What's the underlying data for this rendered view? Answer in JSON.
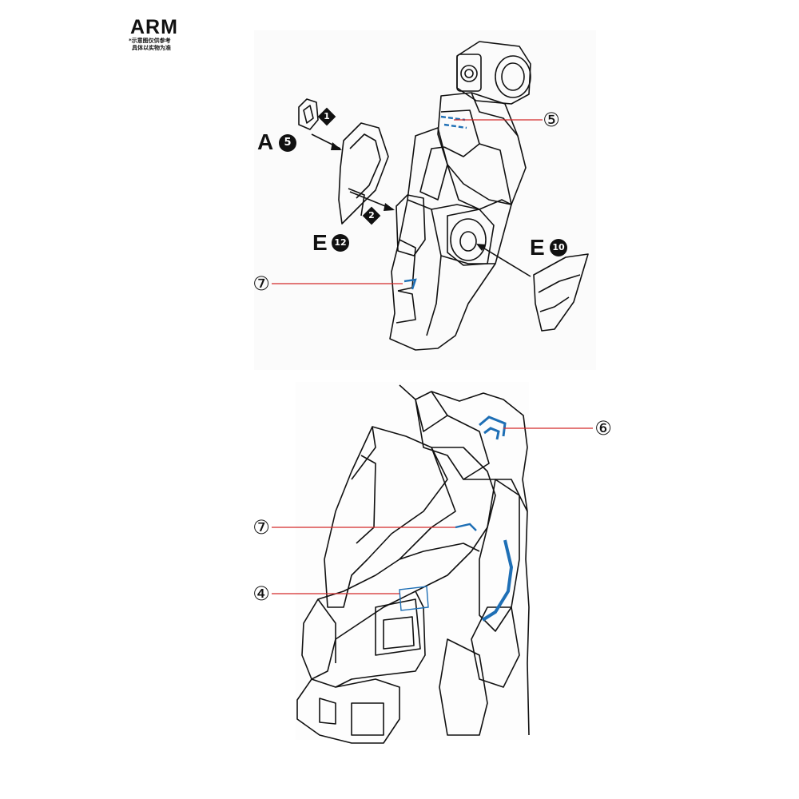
{
  "header": {
    "title": "ARM",
    "note_line1": "*示意图仅供参考",
    "note_line2": "具体以实物为准"
  },
  "top_diagram": {
    "part_a": {
      "letter": "A",
      "number": "5"
    },
    "part_e_left": {
      "letter": "E",
      "number": "12"
    },
    "part_e_right": {
      "letter": "E",
      "number": "10"
    },
    "steps": [
      "1",
      "2"
    ],
    "callouts": [
      "⑤",
      "⑦"
    ]
  },
  "bottom_diagram": {
    "callouts": [
      "⑥",
      "⑦",
      "④"
    ]
  },
  "colors": {
    "line": "#111111",
    "decal_blue": "#1e6fb5",
    "leader_red": "#d42a2a"
  }
}
